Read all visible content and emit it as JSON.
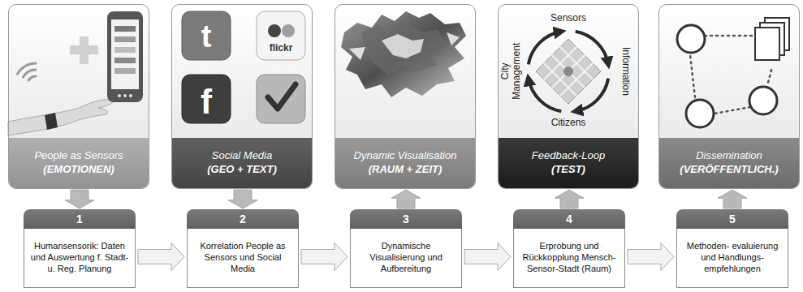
{
  "diagram": {
    "nodes": [
      {
        "text": [
          "People as Sensors",
          "(EMOTIONEN)"
        ]
      },
      {
        "text": [
          "Social Media",
          "(GEO + TEXT)"
        ]
      },
      {
        "text": [
          "Dynamic Visualisation",
          "(RAUM + ZEIT)"
        ]
      },
      {
        "text": [
          "Feedback-Loop",
          "(TEST)"
        ]
      },
      {
        "text": [
          "Dissemination",
          "(VERÖFFENTLICH.)"
        ]
      },
      {
        "text": [
          "1",
          "Humansensorik: Daten und Auswertung f. Stadt- u. Reg. Planung"
        ]
      },
      {
        "text": [
          "2",
          "Korrelation People as Sensors und Social Media"
        ]
      },
      {
        "text": [
          "3",
          "Dynamische Visualisierung und Aufbereitung"
        ]
      },
      {
        "text": [
          "4",
          "Erprobung und Rückkopplung Mensch-Sensor-Stadt (Raum)"
        ]
      },
      {
        "text": [
          "5",
          "Methoden- evaluierung und Handlungs- empfehlungen"
        ]
      }
    ],
    "edges": [
      {
        "from": 0,
        "to": 5,
        "arrow": "to"
      },
      {
        "from": 1,
        "to": 6,
        "arrow": "to"
      },
      {
        "from": 7,
        "to": 2,
        "arrow": "to"
      },
      {
        "from": 8,
        "to": 3,
        "arrow": "to"
      },
      {
        "from": 9,
        "to": 4,
        "arrow": "to"
      },
      {
        "from": 5,
        "to": 6,
        "arrow": "to"
      },
      {
        "from": 6,
        "to": 7,
        "arrow": "to"
      },
      {
        "from": 7,
        "to": 8,
        "arrow": "to"
      },
      {
        "from": 8,
        "to": 9,
        "arrow": "to"
      }
    ],
    "labels": [
      "t",
      "flickr",
      "f",
      "Sensors",
      "City Management",
      "Information",
      "Citizens"
    ]
  }
}
